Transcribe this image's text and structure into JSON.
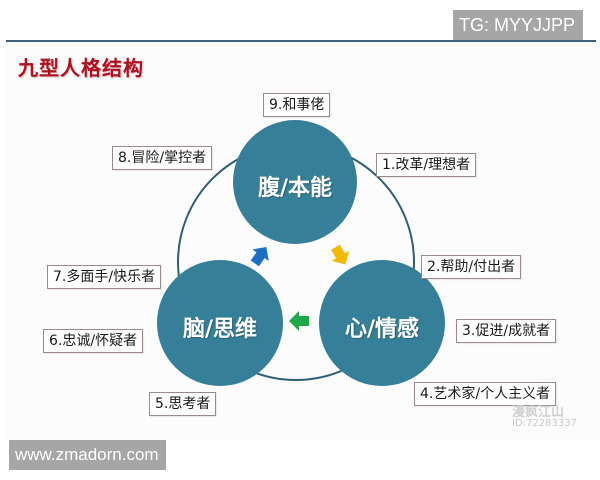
{
  "badge_top": "TG: MYYJJPP",
  "title": "九型人格结构",
  "colors": {
    "circle": "#367f98",
    "ring": "#2d5f78",
    "title": "#b01020",
    "arrow_blue": "#1a6fc4",
    "arrow_yellow": "#f5b800",
    "arrow_green": "#1fa84a",
    "badge_bg": "#a6a6a6"
  },
  "centers": [
    {
      "id": "gut",
      "label": "腹/本能"
    },
    {
      "id": "head",
      "label": "脑/思维"
    },
    {
      "id": "heart",
      "label": "心/情感"
    }
  ],
  "types": [
    {
      "n": 1,
      "label": "1.改革/理想者"
    },
    {
      "n": 2,
      "label": "2.帮助/付出者"
    },
    {
      "n": 3,
      "label": "3.促进/成就者"
    },
    {
      "n": 4,
      "label": "4.艺术家/个人主义者"
    },
    {
      "n": 5,
      "label": "5.思考者"
    },
    {
      "n": 6,
      "label": "6.忠诚/怀疑者"
    },
    {
      "n": 7,
      "label": "7.多面手/快乐者"
    },
    {
      "n": 8,
      "label": "8.冒险/掌控者"
    },
    {
      "n": 9,
      "label": "9.和事佬"
    }
  ],
  "arrows": [
    {
      "id": "head-to-gut",
      "color": "blue"
    },
    {
      "id": "gut-to-heart",
      "color": "yellow"
    },
    {
      "id": "heart-to-head",
      "color": "green"
    }
  ],
  "watermark": {
    "name": "漫疯江山",
    "id": "ID:72283337"
  },
  "badge_bottom": "www.zmadorn.com"
}
